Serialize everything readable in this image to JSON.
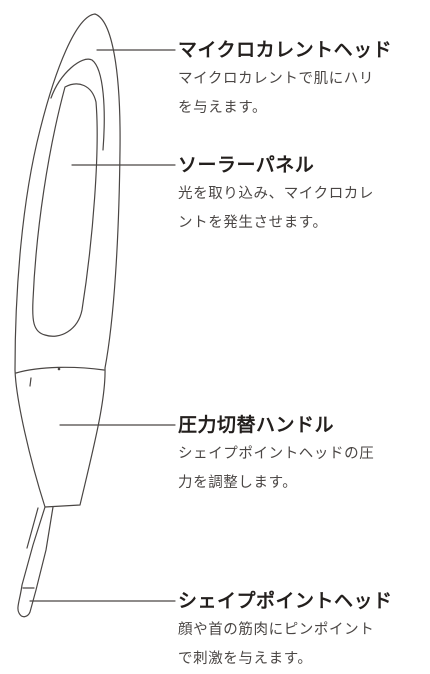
{
  "callouts": [
    {
      "id": "microcurrent-head",
      "title": "マイクロカレントヘッド",
      "lines": [
        "マイクロカレントで肌にハリ",
        "を与えます。"
      ]
    },
    {
      "id": "solar-panel",
      "title": "ソーラーパネル",
      "lines": [
        "光を取り込み、マイクロカレ",
        "ントを発生させます。"
      ]
    },
    {
      "id": "pressure-switch-handle",
      "title": "圧力切替ハンドル",
      "lines": [
        "シェイプポイントヘッドの圧",
        "力を調整します。"
      ]
    },
    {
      "id": "shape-point-head",
      "title": "シェイプポイントヘッド",
      "lines": [
        "顔や首の筋肉にピンポイント",
        "で刺激を与えます。"
      ]
    }
  ],
  "colors": {
    "outline": "#4a4644",
    "title": "#231f1d",
    "text": "#4a4644"
  }
}
